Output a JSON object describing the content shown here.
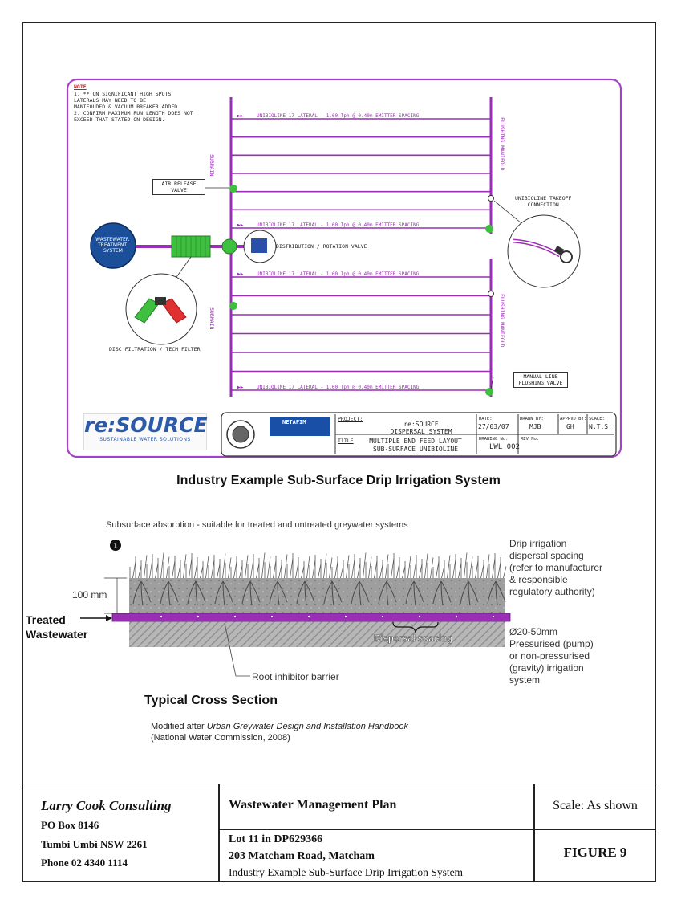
{
  "plan": {
    "note": {
      "heading": "NOTE",
      "lines": [
        "1. ** ON SIGNIFICANT HIGH SPOTS",
        "LATERALS MAY NEED TO BE",
        "MANIFOLDED & VACUUM BREAKER ADDED.",
        "2. CONFIRM MAXIMUM RUN LENGTH DOES NOT",
        "EXCEED THAT STATED ON DESIGN."
      ]
    },
    "lateral_label": "UNIBIOLINE 17 LATERAL - 1.60 lph @ 0.40m EMITTER SPACING",
    "submain_label": "SUBMAIN",
    "flushing_manifold_label": "FLUSHING MANIFOLD",
    "air_release_valve": [
      "AIR RELEASE",
      "VALVE"
    ],
    "takeoff_connection": [
      "UNIBIOLINE TAKEOFF",
      "CONNECTION"
    ],
    "manual_flushing_valve": [
      "MANUAL LINE",
      "FLUSHING VALVE"
    ],
    "treatment_system": [
      "WASTEWATER",
      "TREATMENT",
      "SYSTEM"
    ],
    "distribution_valve": "DISTRIBUTION / ROTATION VALVE",
    "disc_filtration": "DISC FILTRATION / TECH FILTER",
    "logo_main": "re:SOURCE",
    "logo_sub": "SUSTAINABLE WATER SOLUTIONS",
    "netafim": "NETAFIM",
    "title_block": {
      "project_label": "PROJECT:",
      "project_lines": [
        "re:SOURCE",
        "DISPERSAL SYSTEM"
      ],
      "title_label": "TITLE",
      "title_lines": [
        "MULTIPLE END FEED LAYOUT",
        "SUB-SURFACE UNIBIOLINE"
      ],
      "date_label": "DATE:",
      "date": "27/03/07",
      "drawn_label": "DRAWN BY:",
      "drawn": "MJB",
      "approved_label": "APPRVD BY:",
      "approved": "GH",
      "scale_label": "SCALE:",
      "scale": "N.T.S.",
      "drawing_label": "DRAWING No:",
      "drawing": "LWL 002",
      "rev_label": "REV No:"
    }
  },
  "figure_title": "Industry Example Sub-Surface Drip Irrigation System",
  "cross_section": {
    "caption": "Subsurface absorption - suitable for treated and untreated greywater systems",
    "marker": "1",
    "depth_label": "100 mm",
    "treated_label": [
      "Treated",
      "Wastewater"
    ],
    "drip_note": [
      "Drip irrigation",
      "dispersal spacing",
      "(refer to manufacturer",
      "& responsible",
      "regulatory authority)"
    ],
    "dispersal_spacing": "Dispersal spacing",
    "pipe_note": [
      "Ø20-50mm",
      "Pressurised (pump)",
      "or non-pressurised",
      "(gravity) irrigation",
      "system"
    ],
    "root_barrier": "Root inhibitor barrier",
    "title": "Typical Cross Section",
    "modified_prefix": "Modified after ",
    "modified_italic": "Urban Greywater Design and Installation Handbook",
    "modified_source": "(National Water Commission, 2008)"
  },
  "footer": {
    "company": "Larry Cook Consulting",
    "po_box": "PO Box 8146",
    "address": "Tumbi Umbi NSW 2261",
    "phone": "Phone 02 4340 1114",
    "plan_title": "Wastewater Management Plan",
    "lot": "Lot 11 in DP629366",
    "road": "203 Matcham Road, Matcham",
    "subtitle": "Industry Example Sub-Surface Drip Irrigation System",
    "scale": "Scale: As shown",
    "figure": "FIGURE 9"
  },
  "colors": {
    "pipe": "#9a2fb5",
    "border_purple": "#a540c8",
    "treatment_blue": "#1c4f9a",
    "filter_green": "#3fbf3f",
    "filter_red": "#e03030",
    "logo_blue": "#2a5aa8"
  }
}
